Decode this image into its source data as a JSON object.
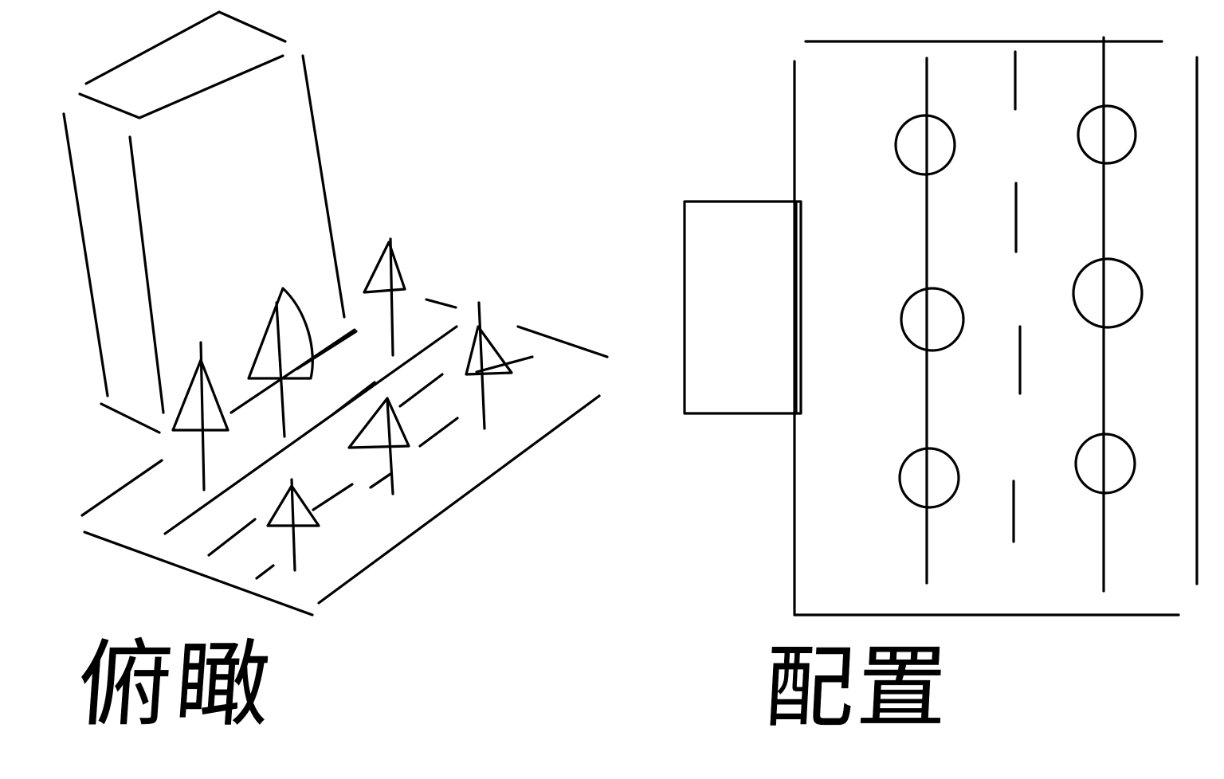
{
  "labels": {
    "left": "俯瞰",
    "right": "配置"
  },
  "colors": {
    "ink": "#000000",
    "background": "#ffffff"
  },
  "panels": [
    {
      "name": "bird-eye-view",
      "contents": [
        "building",
        "street",
        "trees"
      ],
      "tree_count": 6
    },
    {
      "name": "layout-plan",
      "contents": [
        "building",
        "road",
        "trees"
      ],
      "tree_count": 6
    }
  ]
}
